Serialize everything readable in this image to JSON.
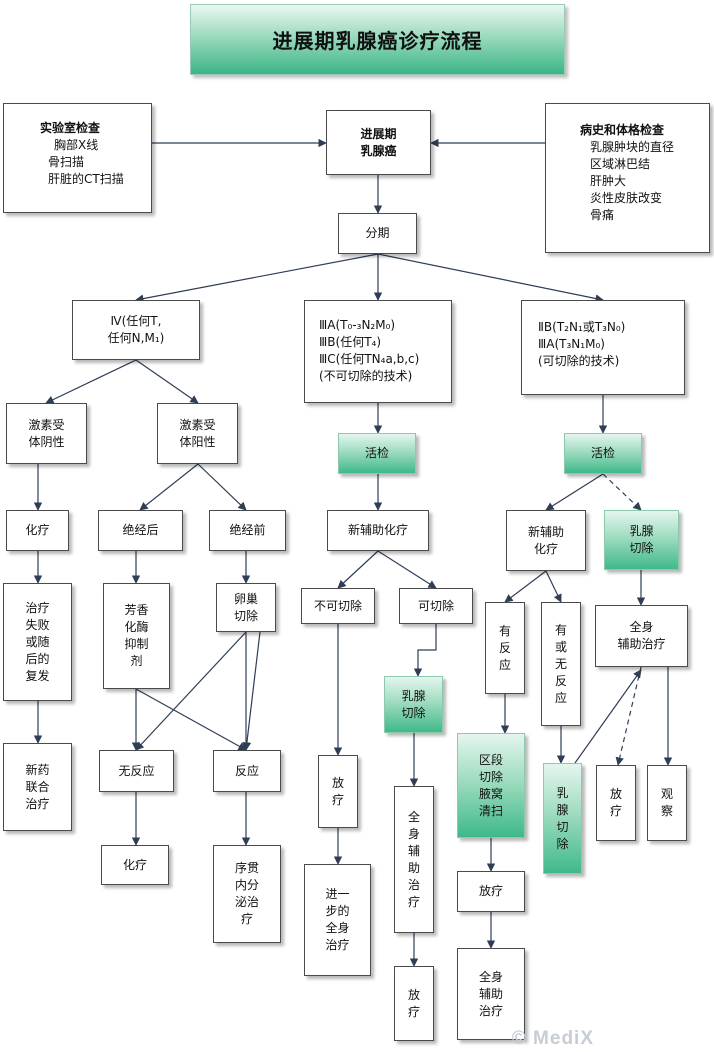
{
  "title": "进展期乳腺癌诊疗流程",
  "watermark": "© MediX",
  "nodes": {
    "lab": {
      "head": "实验室检查",
      "items": [
        "胸部X线",
        "骨扫描",
        "肝脏的CT扫描"
      ]
    },
    "advanced": {
      "lines": [
        "进展期",
        "乳腺癌"
      ]
    },
    "history": {
      "head": "病史和体格检查",
      "items": [
        "乳腺肿块的直径",
        "区域淋巴结",
        "肝肿大",
        "炎性皮肤改变",
        "骨痛"
      ]
    },
    "staging": {
      "label": "分期"
    },
    "stage4": {
      "lines": [
        "Ⅳ(任何T,",
        "任何N,M₁)"
      ]
    },
    "stage3": {
      "lines": [
        "ⅢA(T₀-₃N₂M₀)",
        "ⅢB(任何T₄)",
        "ⅢC(任何TN₄a,b,c)",
        "(不可切除的技术)"
      ]
    },
    "stage2": {
      "lines": [
        "ⅡB(T₂N₁或T₃N₀)",
        "ⅢA(T₃N₁M₀)",
        "(可切除的技术)"
      ]
    },
    "hr_neg": {
      "lines": [
        "激素受",
        "体阴性"
      ]
    },
    "hr_pos": {
      "lines": [
        "激素受",
        "体阳性"
      ]
    },
    "biopsy_mid": {
      "label": "活检"
    },
    "biopsy_right": {
      "label": "活检"
    },
    "chemo_left": {
      "label": "化疗"
    },
    "postmeno": {
      "label": "绝经后"
    },
    "premeno": {
      "label": "绝经前"
    },
    "neoadj_mid": {
      "label": "新辅助化疗"
    },
    "neoadj_right": {
      "lines": [
        "新辅助",
        "化疗"
      ]
    },
    "mast_right_top": {
      "lines": [
        "乳腺",
        "切除"
      ]
    },
    "fail": {
      "lines": [
        "治疗",
        "失败",
        "或随",
        "后的",
        "复发"
      ]
    },
    "aromatase": {
      "lines": [
        "芳香",
        "化酶",
        "抑制",
        "剂"
      ]
    },
    "ovary": {
      "lines": [
        "卵巢",
        "切除"
      ]
    },
    "unresectable": {
      "label": "不可切除"
    },
    "resectable": {
      "label": "可切除"
    },
    "response_yes": {
      "lines": [
        "有",
        "反",
        "应"
      ]
    },
    "response_maybe": {
      "lines": [
        "有",
        "或",
        "无",
        "反",
        "应"
      ]
    },
    "systemic_right": {
      "lines": [
        "全身",
        "辅助治疗"
      ]
    },
    "mast_mid": {
      "lines": [
        "乳腺",
        "切除"
      ]
    },
    "new_drug": {
      "lines": [
        "新药",
        "联合",
        "治疗"
      ]
    },
    "no_response": {
      "label": "无反应"
    },
    "response": {
      "label": "反应"
    },
    "radio_mid": {
      "lines": [
        "放",
        "疗"
      ]
    },
    "systemic_mid": {
      "lines": [
        "全",
        "身",
        "辅",
        "助",
        "治",
        "疗"
      ]
    },
    "segment": {
      "lines": [
        "区段",
        "切除",
        "腋窝",
        "清扫"
      ]
    },
    "mast_low": {
      "lines": [
        "乳",
        "腺",
        "切",
        "除"
      ]
    },
    "radio_right": {
      "lines": [
        "放",
        "疗"
      ]
    },
    "observe": {
      "lines": [
        "观",
        "察"
      ]
    },
    "chemo_bottom": {
      "label": "化疗"
    },
    "seq_endo": {
      "lines": [
        "序贯",
        "内分",
        "泌治",
        "疗"
      ]
    },
    "further": {
      "lines": [
        "进一",
        "步的",
        "全身",
        "治疗"
      ]
    },
    "radio_seg": {
      "label": "放疗"
    },
    "radio_mid2": {
      "lines": [
        "放",
        "疗"
      ]
    },
    "systemic_bottom": {
      "lines": [
        "全身",
        "辅助",
        "治疗"
      ]
    }
  }
}
